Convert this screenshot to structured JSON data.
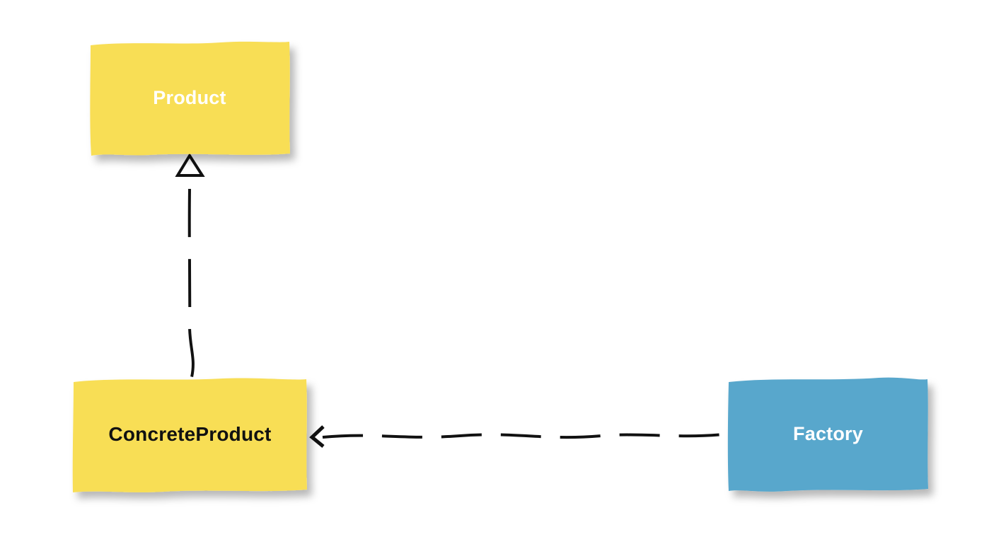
{
  "diagram": {
    "title": "",
    "background_color": "#ffffff",
    "line_color": "#111111",
    "nodes": [
      {
        "id": "product",
        "label": "Product",
        "fill": "#F8DE55",
        "text_color": "#ffffff",
        "shape": "sketchy-rectangle"
      },
      {
        "id": "concrete-product",
        "label": "ConcreteProduct",
        "fill": "#F8DE55",
        "text_color": "#111111",
        "shape": "sketchy-rectangle"
      },
      {
        "id": "factory",
        "label": "Factory",
        "fill": "#58A7CC",
        "text_color": "#ffffff",
        "shape": "sketchy-rectangle"
      }
    ],
    "edges": [
      {
        "id": "realization",
        "from": "ConcreteProduct",
        "to": "Product",
        "style": "dashed",
        "arrowhead": "hollow-triangle-arrowhead"
      },
      {
        "id": "dependency",
        "from": "Factory",
        "to": "ConcreteProduct",
        "style": "dashed",
        "arrowhead": "open-arrowhead"
      }
    ]
  }
}
